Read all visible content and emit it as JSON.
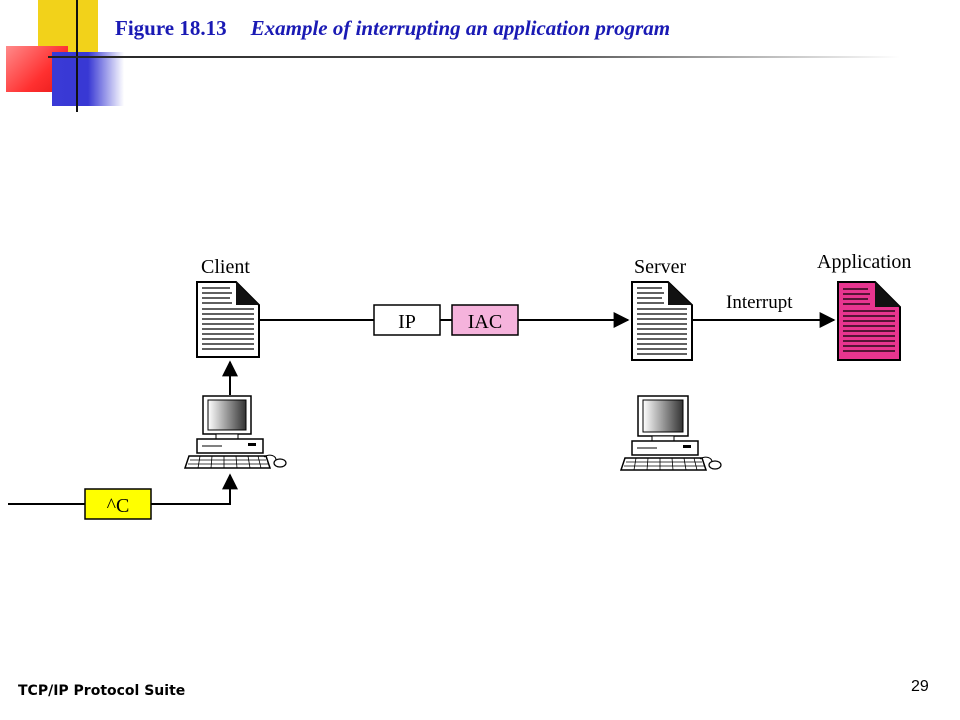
{
  "figure": {
    "number": "Figure 18.13",
    "caption": "Example of interrupting an application program"
  },
  "diagram": {
    "nodes": {
      "client": "Client",
      "server": "Server",
      "application": "Application"
    },
    "packets": {
      "ip": "IP",
      "iac": "IAC",
      "ctrl_c": "^C"
    },
    "edge_label": "Interrupt",
    "colors": {
      "iac_fill": "#f5b3dc",
      "ctrl_c_fill": "#ffff00",
      "application_fill": "#e8358f",
      "title": "#1a1ab4"
    }
  },
  "footer": {
    "suite": "TCP/IP Protocol Suite",
    "page": "29"
  }
}
